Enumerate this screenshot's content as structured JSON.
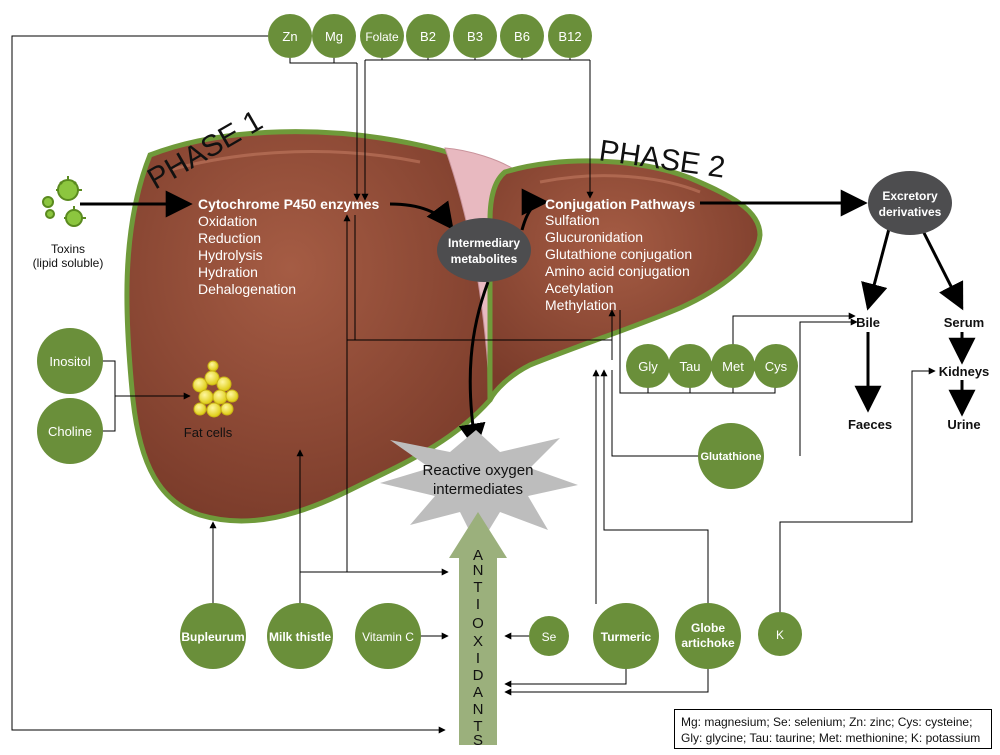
{
  "phases": {
    "phase1": "PHASE 1",
    "phase2": "PHASE 2"
  },
  "top_nutrients": [
    "Zn",
    "Mg",
    "Folate",
    "B2",
    "B3",
    "B6",
    "B12"
  ],
  "toxins": {
    "line1": "Toxins",
    "line2": "(lipid soluble)"
  },
  "phase1": {
    "title": "Cytochrome P450 enzymes",
    "items": [
      "Oxidation",
      "Reduction",
      "Hydrolysis",
      "Hydration",
      "Dehalogenation"
    ]
  },
  "intermediary": {
    "line1": "Intermediary",
    "line2": "metabolites"
  },
  "phase2": {
    "title": "Conjugation Pathways",
    "items": [
      "Sulfation",
      "Glucuronidation",
      "Glutathione conjugation",
      "Amino acid conjugation",
      "Acetylation",
      "Methylation"
    ]
  },
  "excretory": {
    "line1": "Excretory",
    "line2": "derivatives"
  },
  "outputs": {
    "bile": "Bile",
    "serum": "Serum",
    "kidneys": "Kidneys",
    "faeces": "Faeces",
    "urine": "Urine"
  },
  "amino_acids": [
    "Gly",
    "Tau",
    "Met",
    "Cys"
  ],
  "glutathione": "Glutathione",
  "left_nutrients": {
    "inositol": "Inositol",
    "choline": "Choline"
  },
  "fat_cells": "Fat cells",
  "reactive": {
    "line1": "Reactive oxygen",
    "line2": "intermediates"
  },
  "antioxidants": [
    "A",
    "N",
    "T",
    "I",
    "O",
    "X",
    "I",
    "D",
    "A",
    "N",
    "T",
    "S"
  ],
  "bottom_herbs": {
    "bupleurum": "Bupleurum",
    "milk_thistle": "Milk thistle",
    "vitamin_c": "Vitamin C",
    "se": "Se",
    "turmeric": "Turmeric",
    "globe1": "Globe",
    "globe2": "artichoke",
    "k": "K"
  },
  "legend": {
    "line1": "Mg: magnesium; Se: selenium; Zn: zinc; Cys: cysteine;",
    "line2": "Gly: glycine; Tau: taurine; Met: methionine; K: potassium"
  },
  "colors": {
    "nutrient_green": "#6a8f3a",
    "liver_brown": "#8d4a36",
    "liver_outline": "#6f9a3a",
    "ellipse_gray": "#4d4d4f",
    "arrow_green": "#9bb07c",
    "burst_gray": "#bdbdbd"
  }
}
